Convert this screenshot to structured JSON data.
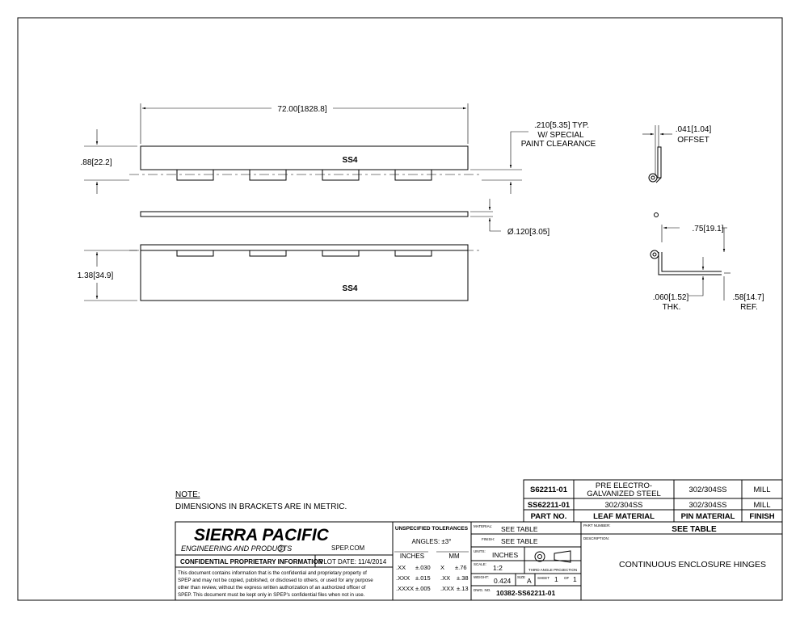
{
  "drawing": {
    "overall_length": "72.00",
    "overall_length_mm": "1828.8",
    "leaf_height_top": ".88",
    "leaf_height_top_mm": "22.2",
    "leaf_height_bottom": "1.38",
    "leaf_height_bottom_mm": "34.9",
    "leaf_label_top": "SS4",
    "leaf_label_bottom": "SS4",
    "clearance_value": ".210",
    "clearance_value_mm": "5.35",
    "clearance_typ": "TYP.",
    "clearance_line2": "W/ SPECIAL",
    "clearance_line3": "PAINT CLEARANCE",
    "pin_dia": "Ø.120",
    "pin_dia_mm": "3.05",
    "offset_value": ".041",
    "offset_value_mm": "1.04",
    "offset_label": "OFFSET",
    "width_value": ".75",
    "width_value_mm": "19.1",
    "thk_value": ".060",
    "thk_value_mm": "1.52",
    "thk_label": "THK.",
    "ref_value": ".58",
    "ref_value_mm": "14.7",
    "ref_label": "REF."
  },
  "note": {
    "title": "NOTE:",
    "text": "DIMENSIONS IN BRACKETS ARE IN METRIC."
  },
  "table": {
    "rows": [
      {
        "part_no": "S62211-01",
        "leaf_line1": "PRE ELECTRO-",
        "leaf_line2": "GALVANIZED STEEL",
        "pin": "302/304SS",
        "finish": "MILL"
      },
      {
        "part_no": "SS62211-01",
        "leaf_line1": "302/304SS",
        "leaf_line2": "",
        "pin": "302/304SS",
        "finish": "MILL"
      }
    ],
    "header": {
      "part_no": "PART NO.",
      "leaf": "LEAF MATERIAL",
      "pin": "PIN MATERIAL",
      "finish": "FINISH"
    }
  },
  "title_block": {
    "company": "SIERRA PACIFIC",
    "company_sub": "ENGINEERING AND PRODUCTS",
    "registered": "R",
    "website": "SPEP.COM",
    "confidential": "CONFIDENTIAL PROPRIETARY INFORMATION",
    "plot_date": "PLOT DATE:  11/4/2014",
    "disclaimer_1": "This document contains information that is the confidential and proprietary property of",
    "disclaimer_2": "SPEP and may not be copied, published, or disclosed to others, or used for any purpose",
    "disclaimer_3": "other than review, without the express written authorization of an authorized officer of",
    "disclaimer_4": "SPEP. This document must be kept only in SPEP's confidential files when not in use.",
    "tolerances_title": "UNSPECIFIED TOLERANCES",
    "angles": "ANGLES: ±3°",
    "inches_header": "INCHES",
    "mm_header": "MM",
    "tol_in": [
      [
        ".XX",
        "±.030"
      ],
      [
        ".XXX",
        "±.015"
      ],
      [
        ".XXXX",
        "±.005"
      ]
    ],
    "tol_mm": [
      [
        "X",
        "±.76"
      ],
      [
        ".XX",
        "±.38"
      ],
      [
        ".XXX",
        "±.13"
      ]
    ],
    "material_label": "MATERIAL:",
    "material_value": "SEE TABLE",
    "finish_label": "FINISH:",
    "finish_value": "SEE TABLE",
    "units_label": "UNITS:",
    "units_value": "INCHES",
    "projection": "THIRD ANGLE PROJECTION",
    "scale_label": "SCALE:",
    "scale_value": "1:2",
    "weight_label": "WEIGHT:",
    "weight_value": "0.424",
    "size_label": "SIZE",
    "size_value": "A",
    "sheet_label": "SHEET",
    "sheet_value": "1",
    "of_label": "OF",
    "of_value": "1",
    "dwg_label": "DWG. NO.",
    "dwg_value": "10382-SS62211-01",
    "part_number_label": "PART NUMBER:",
    "part_number_value": "SEE TABLE",
    "description_label": "DESCRIPTION:",
    "description_value": "CONTINUOUS ENCLOSURE HINGES"
  }
}
